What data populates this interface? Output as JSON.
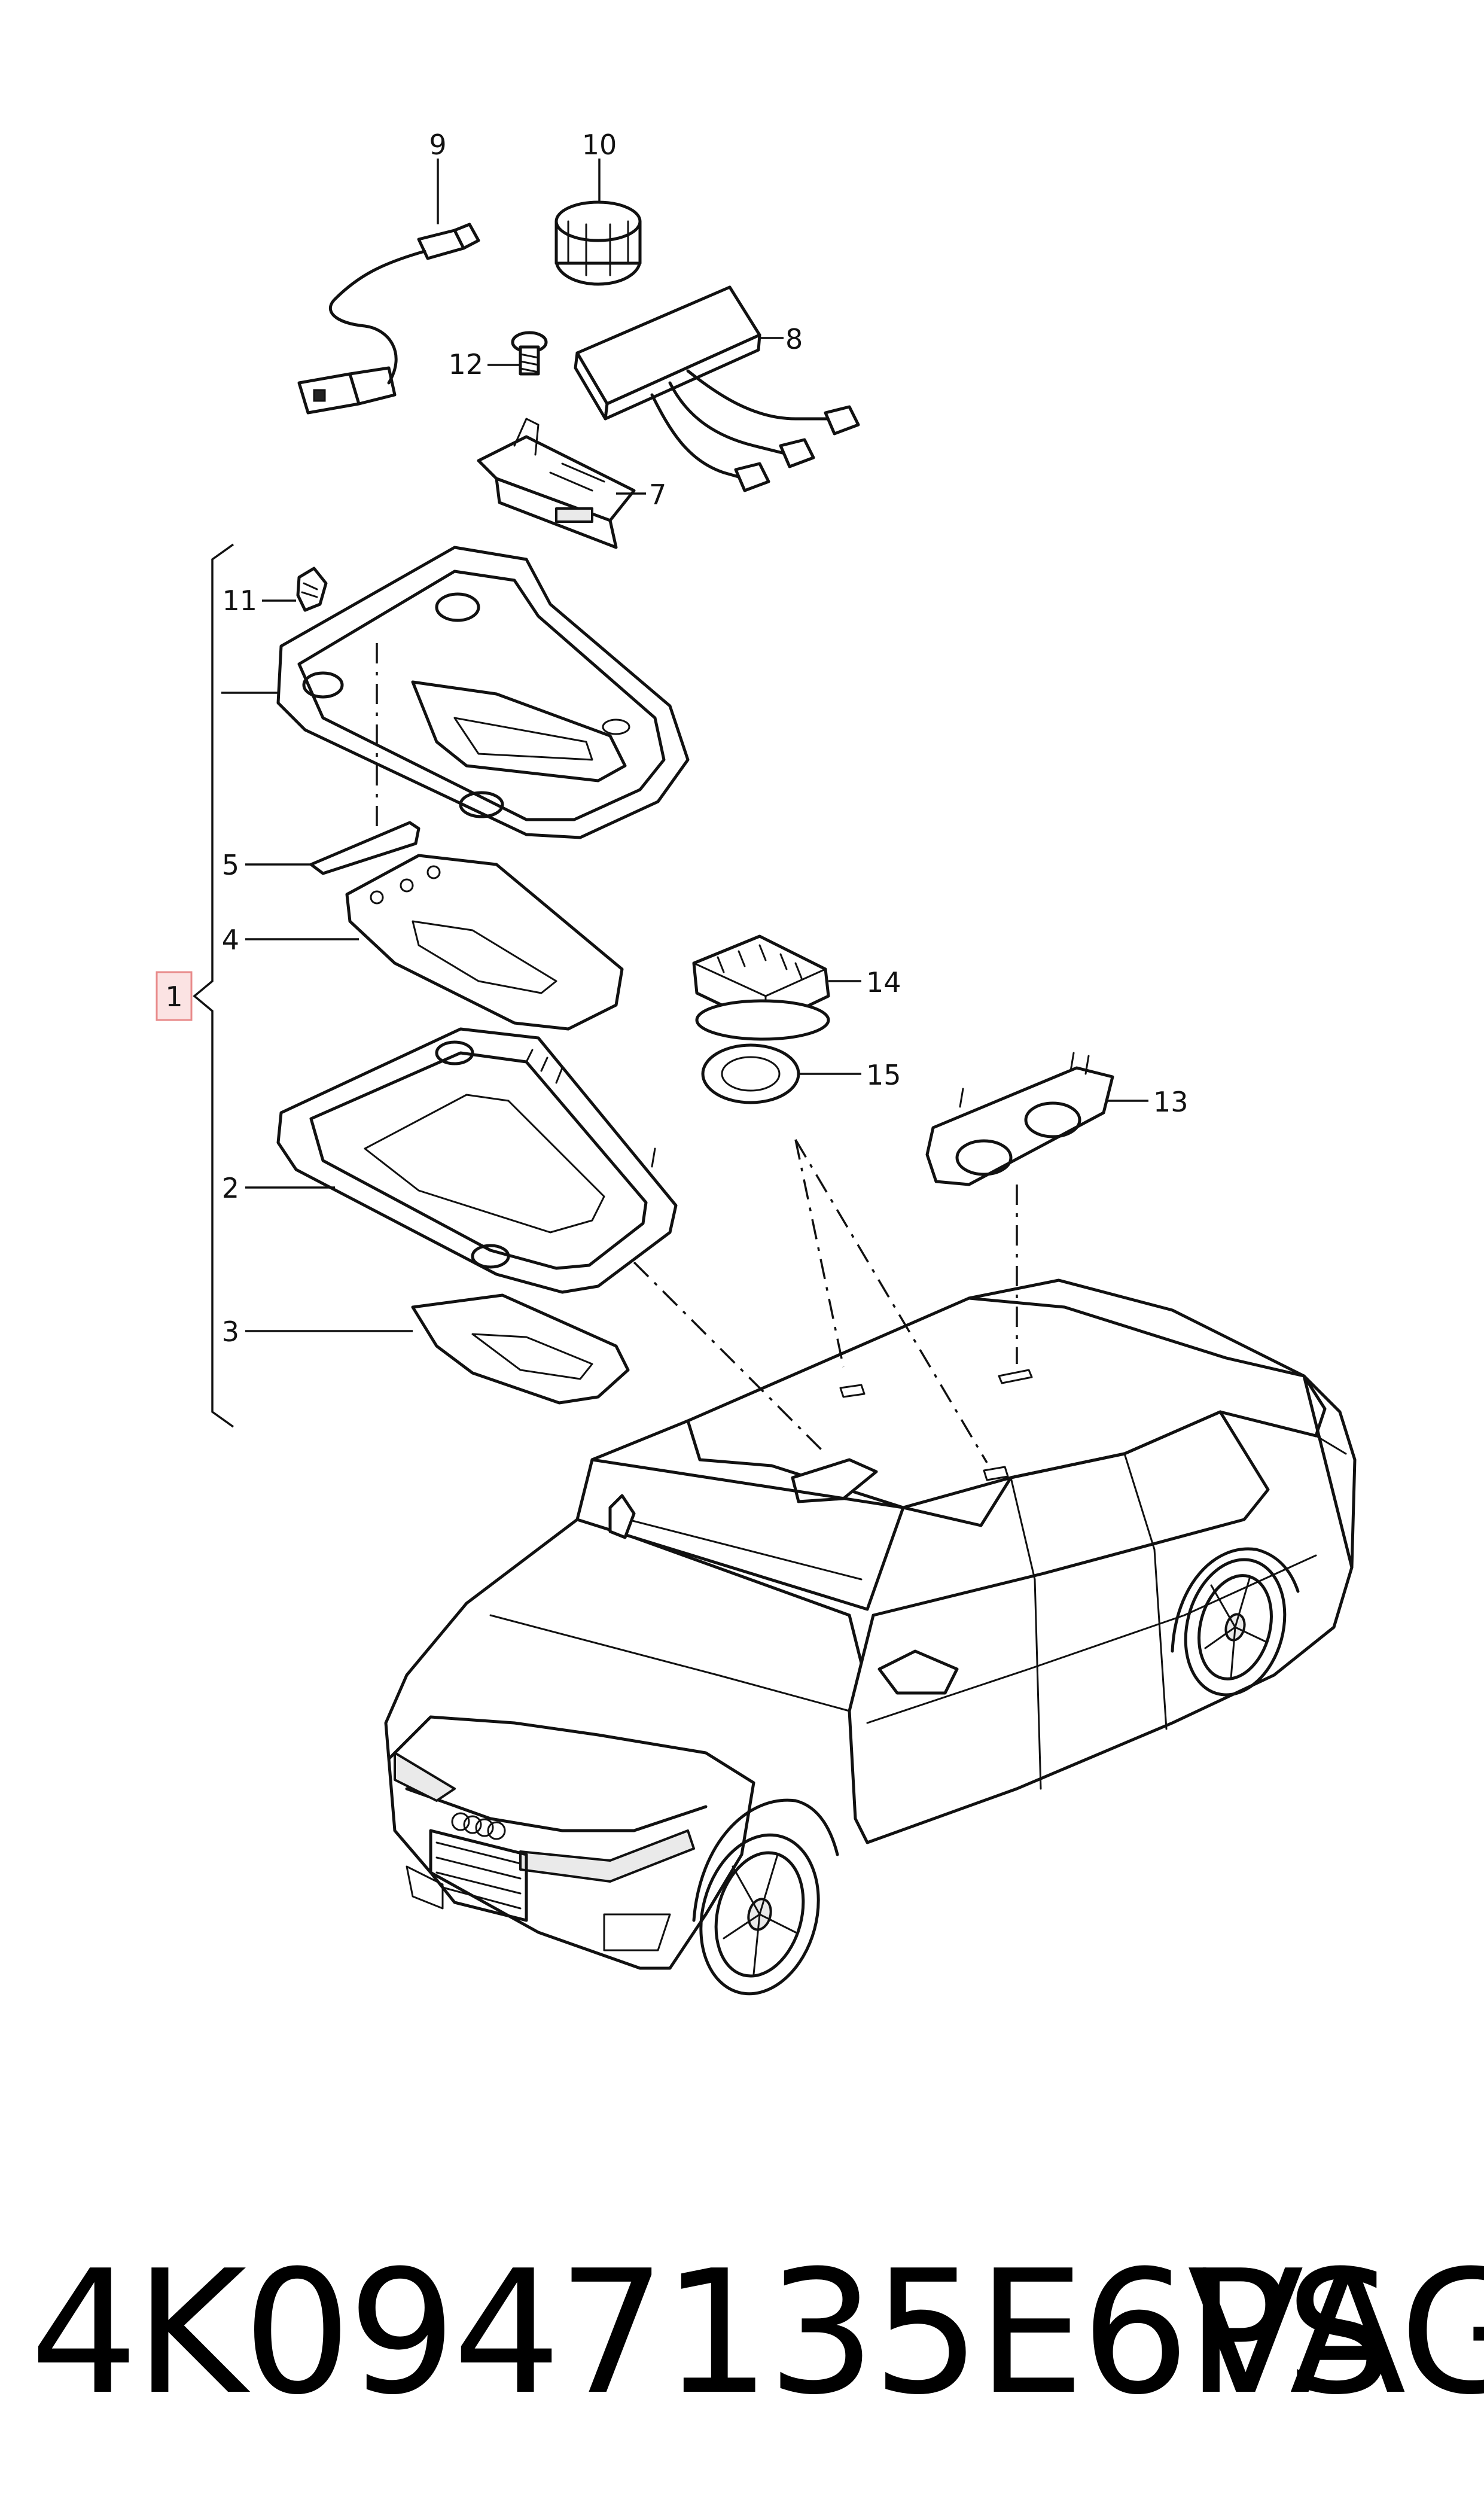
{
  "callouts": [
    {
      "id": "1",
      "text": "1"
    },
    {
      "id": "2",
      "text": "2"
    },
    {
      "id": "3",
      "text": "3"
    },
    {
      "id": "4",
      "text": "4"
    },
    {
      "id": "5",
      "text": "5"
    },
    {
      "id": "7",
      "text": "7"
    },
    {
      "id": "8",
      "text": "8"
    },
    {
      "id": "9",
      "text": "9"
    },
    {
      "id": "10",
      "text": "10"
    },
    {
      "id": "11",
      "text": "11"
    },
    {
      "id": "12",
      "text": "12"
    },
    {
      "id": "13",
      "text": "13"
    },
    {
      "id": "14",
      "text": "14"
    },
    {
      "id": "15",
      "text": "15"
    }
  ],
  "footer": {
    "part_number": "4K0947135E6PS",
    "brand": "VAG"
  },
  "colors": {
    "line": "#111111",
    "highlight_fill": "#fbe3e3",
    "highlight_border": "#e88a8a"
  }
}
